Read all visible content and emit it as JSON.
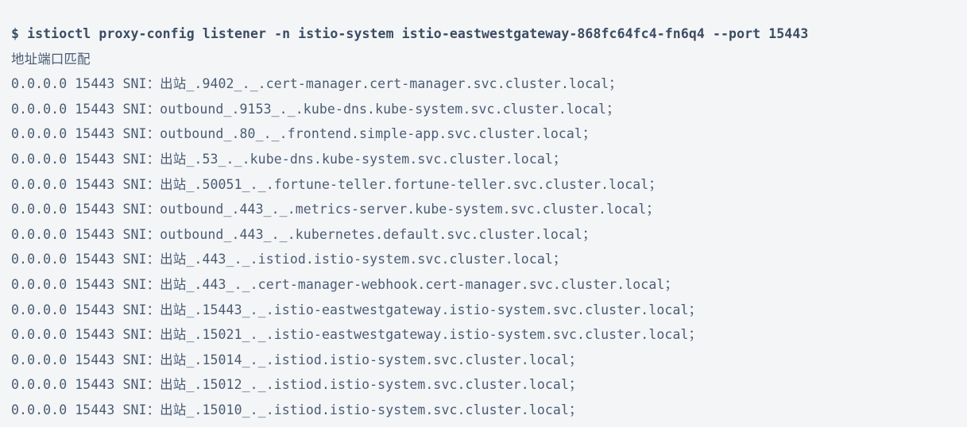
{
  "terminal": {
    "background_color": "#f4f5f7",
    "text_color": "#4a5c73",
    "command_color": "#3b4d63",
    "prompt_symbol": "$",
    "command_line": "$ istioctl proxy-config listener -n istio-system istio-eastwestgateway-868fc64fc4-fn6q4 --port 15443",
    "heading_line": "地址端口匹配",
    "rows": [
      {
        "text": "0.0.0.0 15443 SNI：出站_.9402_._.cert-manager.cert-manager.svc.cluster.local；",
        "address": "0.0.0.0",
        "port": "15443",
        "match_type": "SNI",
        "direction": "出站",
        "service_port": "9402",
        "service": "cert-manager.cert-manager.svc.cluster.local"
      },
      {
        "text": "0.0.0.0 15443 SNI：outbound_.9153_._.kube-dns.kube-system.svc.cluster.local；",
        "address": "0.0.0.0",
        "port": "15443",
        "match_type": "SNI",
        "direction": "outbound",
        "service_port": "9153",
        "service": "kube-dns.kube-system.svc.cluster.local"
      },
      {
        "text": "0.0.0.0 15443 SNI：outbound_.80_._.frontend.simple-app.svc.cluster.local；",
        "address": "0.0.0.0",
        "port": "15443",
        "match_type": "SNI",
        "direction": "outbound",
        "service_port": "80",
        "service": "frontend.simple-app.svc.cluster.local"
      },
      {
        "text": "0.0.0.0 15443 SNI：出站_.53_._.kube-dns.kube-system.svc.cluster.local；",
        "address": "0.0.0.0",
        "port": "15443",
        "match_type": "SNI",
        "direction": "出站",
        "service_port": "53",
        "service": "kube-dns.kube-system.svc.cluster.local"
      },
      {
        "text": "0.0.0.0 15443 SNI：出站_.50051_._.fortune-teller.fortune-teller.svc.cluster.local；",
        "address": "0.0.0.0",
        "port": "15443",
        "match_type": "SNI",
        "direction": "出站",
        "service_port": "50051",
        "service": "fortune-teller.fortune-teller.svc.cluster.local"
      },
      {
        "text": "0.0.0.0 15443 SNI：outbound_.443_._.metrics-server.kube-system.svc.cluster.local；",
        "address": "0.0.0.0",
        "port": "15443",
        "match_type": "SNI",
        "direction": "outbound",
        "service_port": "443",
        "service": "metrics-server.kube-system.svc.cluster.local"
      },
      {
        "text": "0.0.0.0 15443 SNI：outbound_.443_._.kubernetes.default.svc.cluster.local；",
        "address": "0.0.0.0",
        "port": "15443",
        "match_type": "SNI",
        "direction": "outbound",
        "service_port": "443",
        "service": "kubernetes.default.svc.cluster.local"
      },
      {
        "text": "0.0.0.0 15443 SNI：出站_.443_._.istiod.istio-system.svc.cluster.local；",
        "address": "0.0.0.0",
        "port": "15443",
        "match_type": "SNI",
        "direction": "出站",
        "service_port": "443",
        "service": "istiod.istio-system.svc.cluster.local"
      },
      {
        "text": "0.0.0.0 15443 SNI：出站_.443_._.cert-manager-webhook.cert-manager.svc.cluster.local；",
        "address": "0.0.0.0",
        "port": "15443",
        "match_type": "SNI",
        "direction": "出站",
        "service_port": "443",
        "service": "cert-manager-webhook.cert-manager.svc.cluster.local"
      },
      {
        "text": "0.0.0.0 15443 SNI：出站_.15443_._.istio-eastwestgateway.istio-system.svc.cluster.local；",
        "address": "0.0.0.0",
        "port": "15443",
        "match_type": "SNI",
        "direction": "出站",
        "service_port": "15443",
        "service": "istio-eastwestgateway.istio-system.svc.cluster.local"
      },
      {
        "text": "0.0.0.0 15443 SNI：出站_.15021_._.istio-eastwestgateway.istio-system.svc.cluster.local；",
        "address": "0.0.0.0",
        "port": "15443",
        "match_type": "SNI",
        "direction": "出站",
        "service_port": "15021",
        "service": "istio-eastwestgateway.istio-system.svc.cluster.local"
      },
      {
        "text": "0.0.0.0 15443 SNI：出站_.15014_._.istiod.istio-system.svc.cluster.local；",
        "address": "0.0.0.0",
        "port": "15443",
        "match_type": "SNI",
        "direction": "出站",
        "service_port": "15014",
        "service": "istiod.istio-system.svc.cluster.local"
      },
      {
        "text": "0.0.0.0 15443 SNI：出站_.15012_._.istiod.istio-system.svc.cluster.local；",
        "address": "0.0.0.0",
        "port": "15443",
        "match_type": "SNI",
        "direction": "出站",
        "service_port": "15012",
        "service": "istiod.istio-system.svc.cluster.local"
      },
      {
        "text": "0.0.0.0 15443 SNI：出站_.15010_._.istiod.istio-system.svc.cluster.local；",
        "address": "0.0.0.0",
        "port": "15443",
        "match_type": "SNI",
        "direction": "出站",
        "service_port": "15010",
        "service": "istiod.istio-system.svc.cluster.local"
      }
    ]
  }
}
